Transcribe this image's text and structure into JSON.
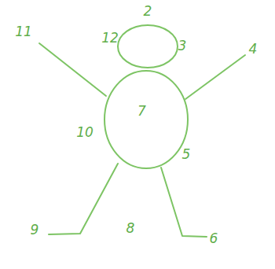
{
  "diagram": {
    "nodes": [
      {
        "text": [
          "7"
        ]
      }
    ],
    "labels": [
      "2",
      "11",
      "12",
      "3",
      "4",
      "10",
      "5",
      "9",
      "8",
      "6"
    ]
  }
}
